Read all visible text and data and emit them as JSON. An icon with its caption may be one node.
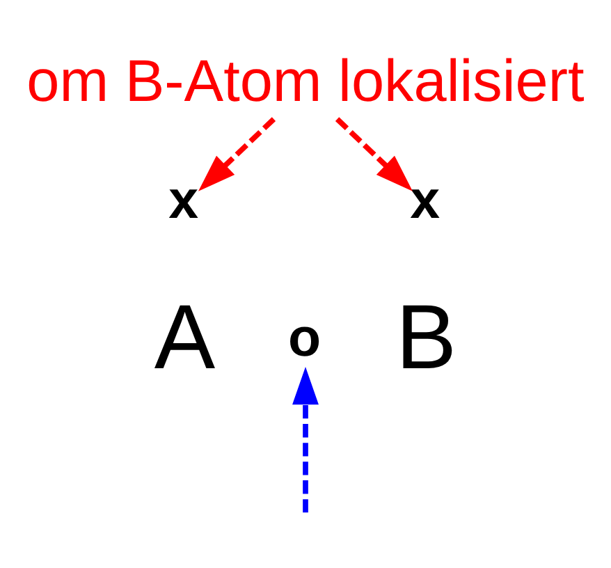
{
  "diagram": {
    "nodes": [
      {
        "text": [
          "om B-Atom lokalisiert"
        ]
      },
      {
        "text": [
          "x"
        ]
      },
      {
        "text": [
          "x"
        ]
      },
      {
        "text": [
          "A"
        ]
      },
      {
        "text": [
          "o"
        ]
      },
      {
        "text": [
          "B"
        ]
      }
    ],
    "edges": [
      {
        "from": 0,
        "to": 1,
        "arrow": "to",
        "style": "dashed",
        "color": "#ff0000"
      },
      {
        "from": 0,
        "to": 2,
        "arrow": "to",
        "style": "dashed",
        "color": "#ff0000"
      },
      {
        "from": null,
        "to": 4,
        "arrow": "to",
        "style": "dashed",
        "color": "#0000ff"
      }
    ]
  }
}
